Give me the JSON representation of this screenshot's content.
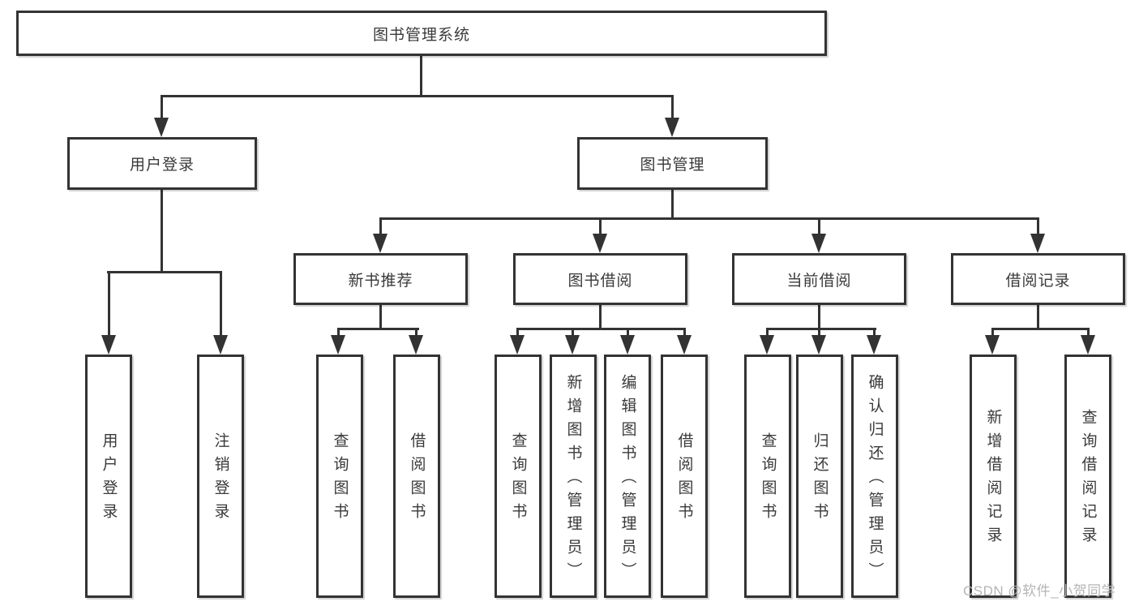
{
  "diagram": {
    "root": "图书管理系统",
    "user_login": "用户登录",
    "book_mgmt": "图书管理",
    "new_books": "新书推荐",
    "book_borrow": "图书借阅",
    "current_borrow": "当前借阅",
    "borrow_records": "借阅记录",
    "leaves": {
      "user_login": [
        "用户登录",
        "注销登录"
      ],
      "new_books": [
        "查询图书",
        "借阅图书"
      ],
      "book_borrow": [
        "查询图书",
        "新增图书（管理员）",
        "编辑图书（管理员）",
        "借阅图书"
      ],
      "current_borrow": [
        "查询图书",
        "归还图书",
        "确认归还（管理员）"
      ],
      "borrow_records": [
        "新增借阅记录",
        "查询借阅记录"
      ]
    }
  },
  "watermark": "CSDN @软件_小贺同学",
  "colors": {
    "line": "#333333",
    "text": "#3a3a3a",
    "box_background": "#ffffff",
    "page_background": "#ffffff",
    "watermark": "#b6b4b5"
  }
}
